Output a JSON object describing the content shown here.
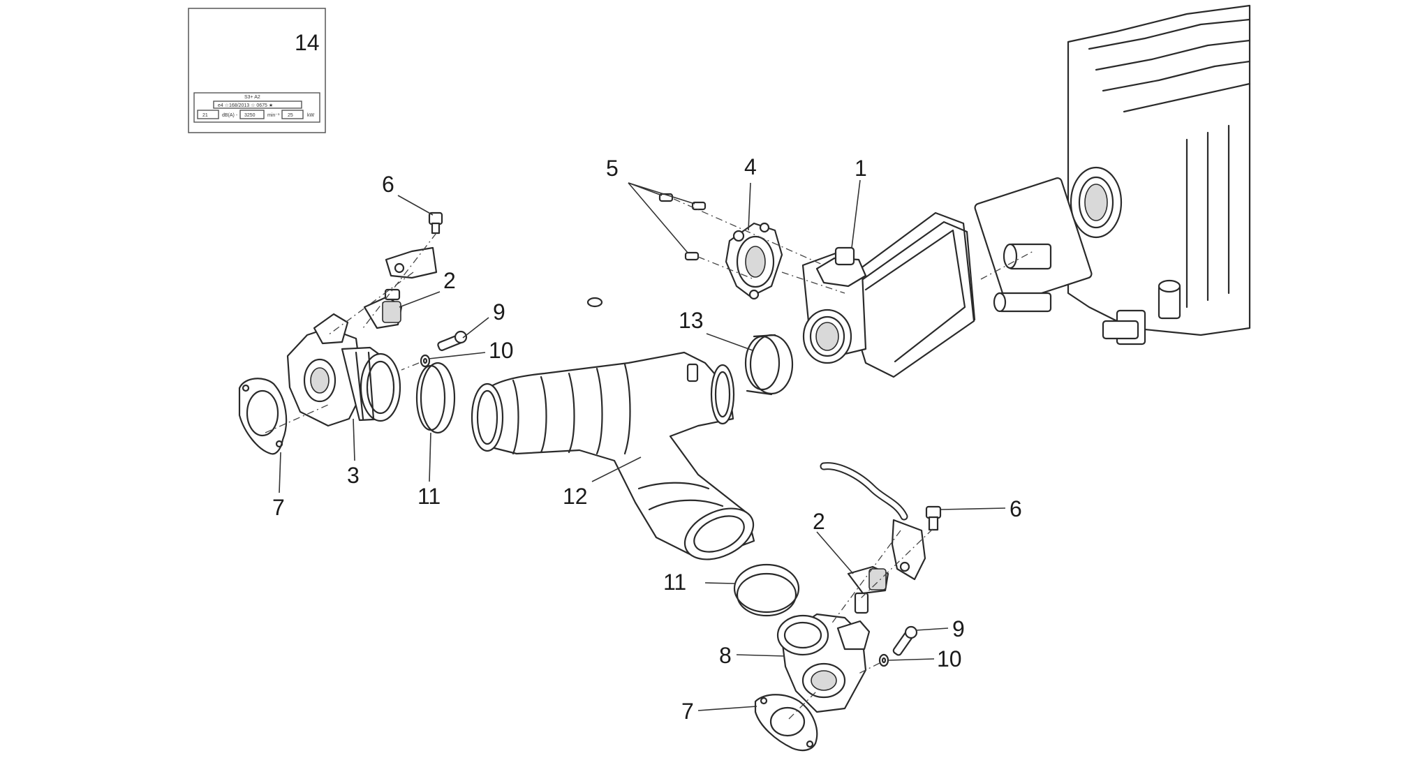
{
  "callouts": {
    "c1": "1",
    "c2a": "2",
    "c2b": "2",
    "c3": "3",
    "c4": "4",
    "c5": "5",
    "c6a": "6",
    "c6b": "6",
    "c7a": "7",
    "c7b": "7",
    "c8": "8",
    "c9a": "9",
    "c9b": "9",
    "c10a": "10",
    "c10b": "10",
    "c11a": "11",
    "c11b": "11",
    "c12": "12",
    "c13": "13",
    "c14": "14"
  },
  "label_plate": {
    "line1": "S3+ A2",
    "line2": "e4 ☆168/2013 ☆ 0675 ★",
    "cells": [
      "21",
      "dB(A) -",
      "3250",
      "min⁻¹",
      "25",
      "kW"
    ]
  },
  "colors": {
    "line": "#2a2a2a",
    "shade": "#d9d9d9",
    "background": "#ffffff"
  }
}
